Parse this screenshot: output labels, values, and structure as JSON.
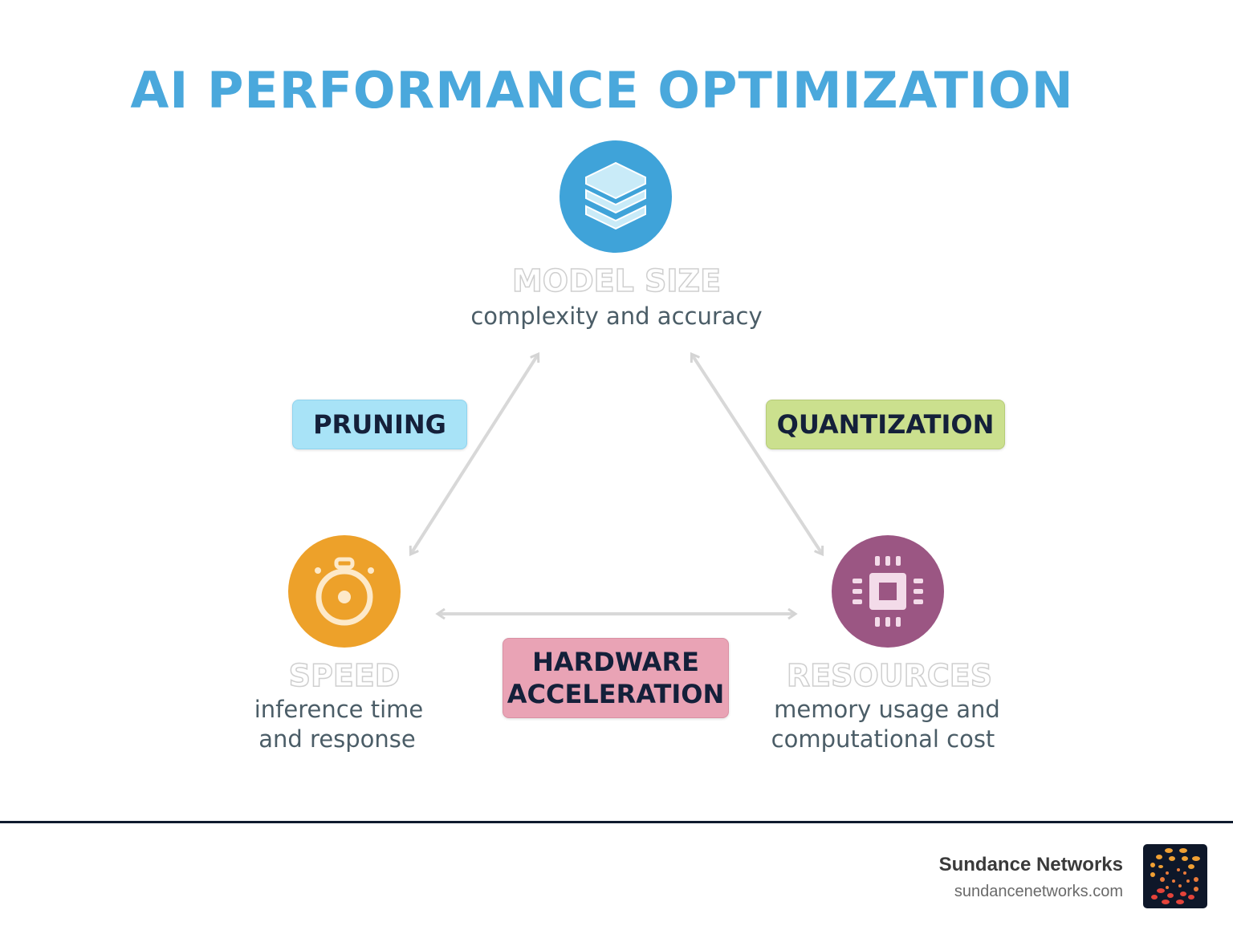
{
  "title": "AI PERFORMANCE OPTIMIZATION",
  "nodes": {
    "model_size": {
      "label": "MODEL SIZE",
      "sub": "complexity and accuracy",
      "icon": "layers-icon",
      "color": "#3fa3d9"
    },
    "speed": {
      "label": "SPEED",
      "sub1": "inference time",
      "sub2": "and response",
      "icon": "stopwatch-icon",
      "color": "#eda12a"
    },
    "resources": {
      "label": "RESOURCES",
      "sub1": "memory usage and",
      "sub2": "computational cost",
      "icon": "chip-icon",
      "color": "#9b5683"
    }
  },
  "techniques": {
    "pruning": {
      "label": "PRUNING",
      "color": "#a8e3f7"
    },
    "quantization": {
      "label": "QUANTIZATION",
      "color": "#cbe08e"
    },
    "hardware": {
      "line1": "HARDWARE",
      "line2": "ACCELERATION",
      "color": "#e9a3b5"
    }
  },
  "footer": {
    "company": "Sundance Networks",
    "url": "sundancenetworks.com"
  }
}
